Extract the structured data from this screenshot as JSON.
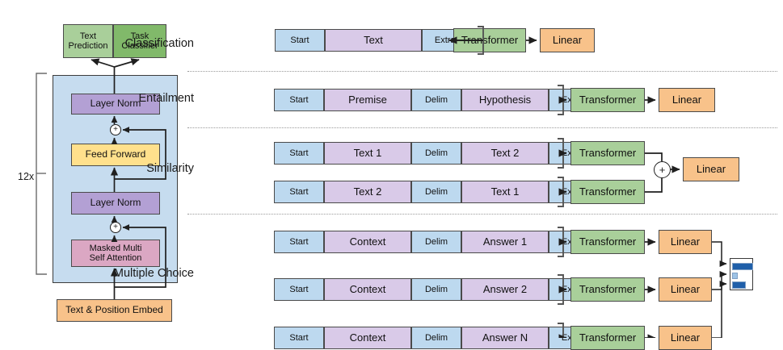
{
  "figure": {
    "left_panel": {
      "heads": [
        {
          "label": "Text\nPrediction",
          "color": "#a9cf9a"
        },
        {
          "label": "Task\nClassifier",
          "color": "#81b96a"
        }
      ],
      "repeat_label": "12x",
      "stack": [
        {
          "label": "Layer Norm",
          "color": "#b3a0d4"
        },
        {
          "label": "Feed Forward",
          "color": "#ffe08c"
        },
        {
          "label": "Layer Norm",
          "color": "#b3a0d4"
        },
        {
          "label": "Masked Multi\nSelf Attention",
          "color": "#dba7c3"
        }
      ],
      "embed": {
        "label": "Text & Position Embed",
        "color": "#f8c28a"
      },
      "residual_symbol": "+",
      "block_bg_color": "#c6dcef"
    },
    "colors": {
      "token_blue": "#bdd9ef",
      "token_purple": "#d9cae8",
      "transformer_green": "#a9cf9a",
      "linear_orange": "#f8c28a",
      "bar_dark": "#1f5fa9",
      "bar_light": "#9dc3e6"
    },
    "module_labels": {
      "transformer": "Transformer",
      "linear": "Linear",
      "plus": "+"
    },
    "tasks": [
      {
        "name": "Classification",
        "rows": [
          {
            "tokens": [
              {
                "text": "Start",
                "type": "blue",
                "w": 62
              },
              {
                "text": "Text",
                "type": "purple",
                "w": 120
              },
              {
                "text": "Extract",
                "type": "blue",
                "w": 66
              }
            ]
          }
        ]
      },
      {
        "name": "Entailment",
        "rows": [
          {
            "tokens": [
              {
                "text": "Start",
                "type": "blue",
                "w": 62
              },
              {
                "text": "Premise",
                "type": "purple",
                "w": 108
              },
              {
                "text": "Delim",
                "type": "blue",
                "w": 62
              },
              {
                "text": "Hypothesis",
                "type": "purple",
                "w": 108
              },
              {
                "text": "Extract",
                "type": "blue",
                "w": 66
              }
            ]
          }
        ]
      },
      {
        "name": "Similarity",
        "rows": [
          {
            "tokens": [
              {
                "text": "Start",
                "type": "blue",
                "w": 62
              },
              {
                "text": "Text 1",
                "type": "purple",
                "w": 108
              },
              {
                "text": "Delim",
                "type": "blue",
                "w": 62
              },
              {
                "text": "Text 2",
                "type": "purple",
                "w": 108
              },
              {
                "text": "Extract",
                "type": "blue",
                "w": 66
              }
            ]
          },
          {
            "tokens": [
              {
                "text": "Start",
                "type": "blue",
                "w": 62
              },
              {
                "text": "Text 2",
                "type": "purple",
                "w": 108
              },
              {
                "text": "Delim",
                "type": "blue",
                "w": 62
              },
              {
                "text": "Text 1",
                "type": "purple",
                "w": 108
              },
              {
                "text": "Extract",
                "type": "blue",
                "w": 66
              }
            ]
          }
        ]
      },
      {
        "name": "Multiple Choice",
        "rows": [
          {
            "tokens": [
              {
                "text": "Start",
                "type": "blue",
                "w": 62
              },
              {
                "text": "Context",
                "type": "purple",
                "w": 108
              },
              {
                "text": "Delim",
                "type": "blue",
                "w": 62
              },
              {
                "text": "Answer 1",
                "type": "purple",
                "w": 108
              },
              {
                "text": "Extract",
                "type": "blue",
                "w": 66
              }
            ]
          },
          {
            "tokens": [
              {
                "text": "Start",
                "type": "blue",
                "w": 62
              },
              {
                "text": "Context",
                "type": "purple",
                "w": 108
              },
              {
                "text": "Delim",
                "type": "blue",
                "w": 62
              },
              {
                "text": "Answer 2",
                "type": "purple",
                "w": 108
              },
              {
                "text": "Extract",
                "type": "blue",
                "w": 66
              }
            ]
          },
          {
            "tokens": [
              {
                "text": "Start",
                "type": "blue",
                "w": 62
              },
              {
                "text": "Context",
                "type": "purple",
                "w": 108
              },
              {
                "text": "Delim",
                "type": "blue",
                "w": 62
              },
              {
                "text": "Answer N",
                "type": "purple",
                "w": 108
              },
              {
                "text": "Extract",
                "type": "blue",
                "w": 66
              }
            ]
          }
        ],
        "output_bars": [
          {
            "length": 26,
            "color": "#1f5fa9"
          },
          {
            "length": 7,
            "color": "#9dc3e6"
          },
          {
            "length": 17,
            "color": "#1f5fa9"
          }
        ]
      }
    ]
  }
}
